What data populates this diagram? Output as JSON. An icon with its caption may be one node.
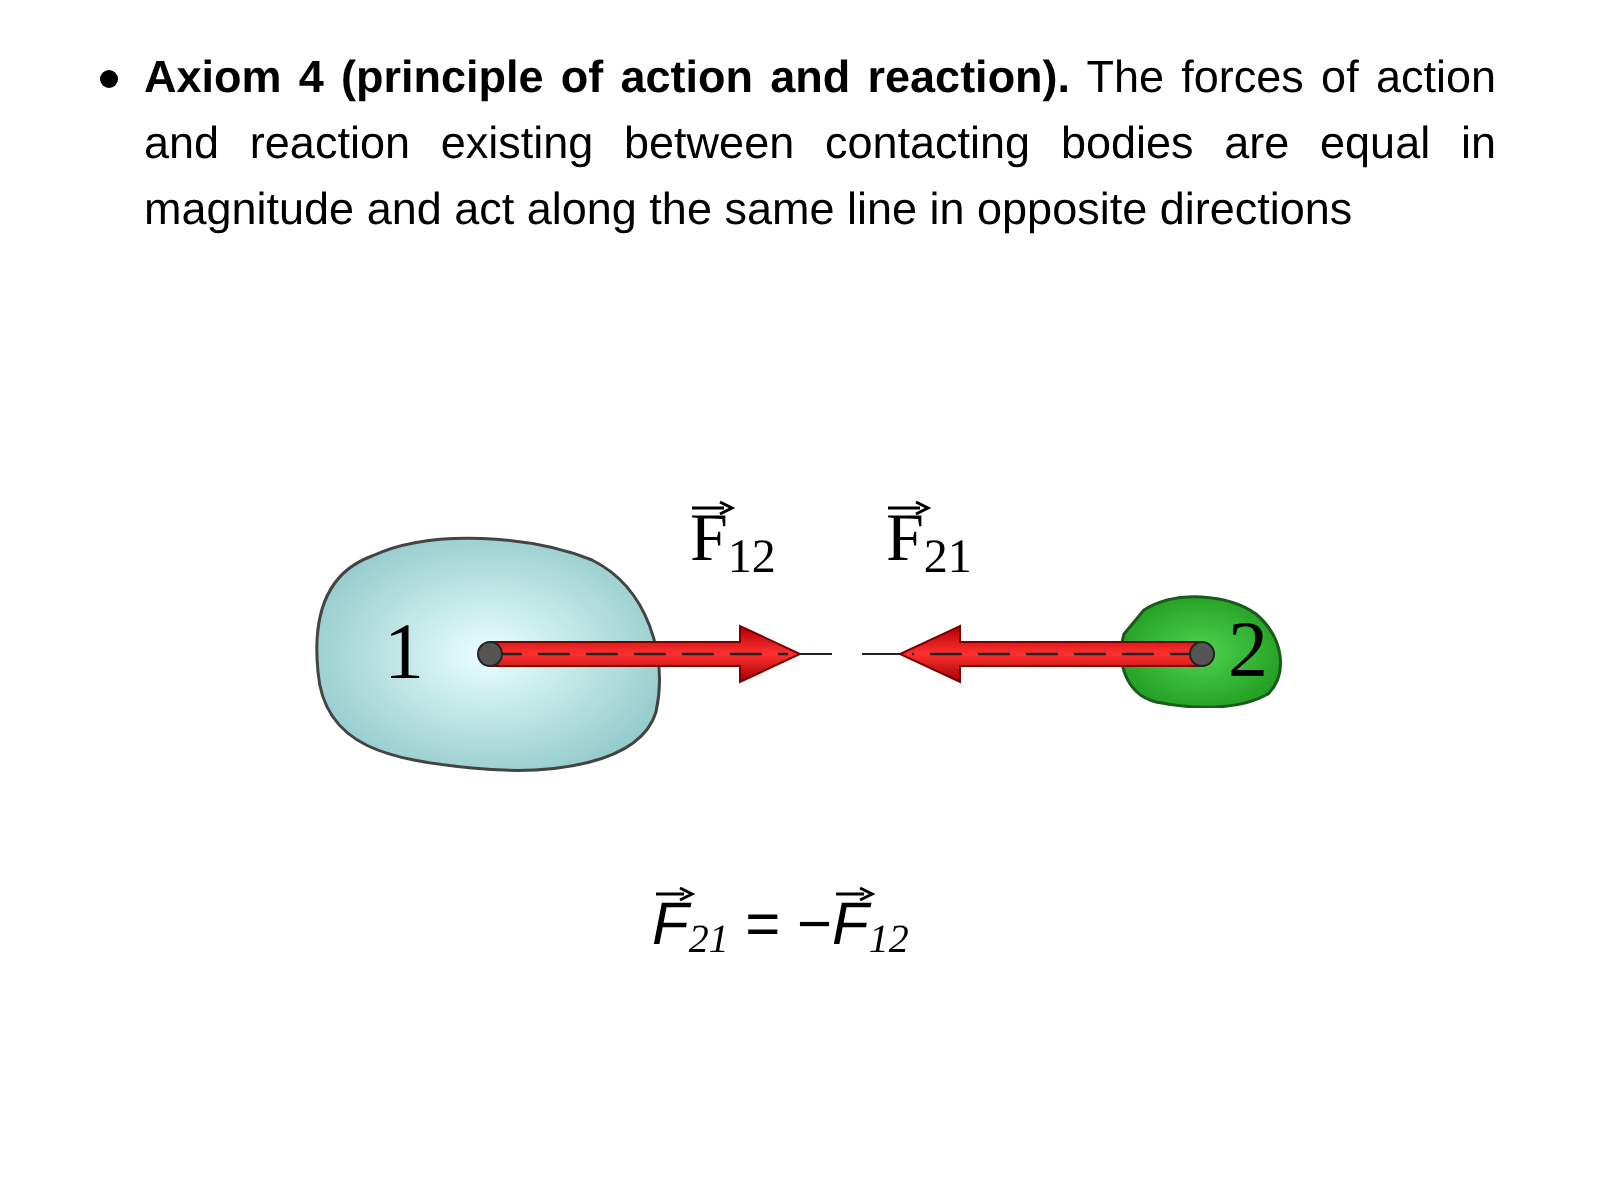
{
  "diagram": {
    "nodes": [
      {
        "text": [
          "1"
        ]
      },
      {
        "text": [
          "2"
        ]
      }
    ],
    "edges": [],
    "labels": [
      "**Axiom 4 (principle of action and reaction).** The forces of action and reaction existing between contacting bodies are equal in magnitude and act along the same line in opposite directions",
      "F$_{12}$",
      "F$_{21}$",
      "*F*$_{21}$ = −*F*$_{12}$"
    ]
  }
}
